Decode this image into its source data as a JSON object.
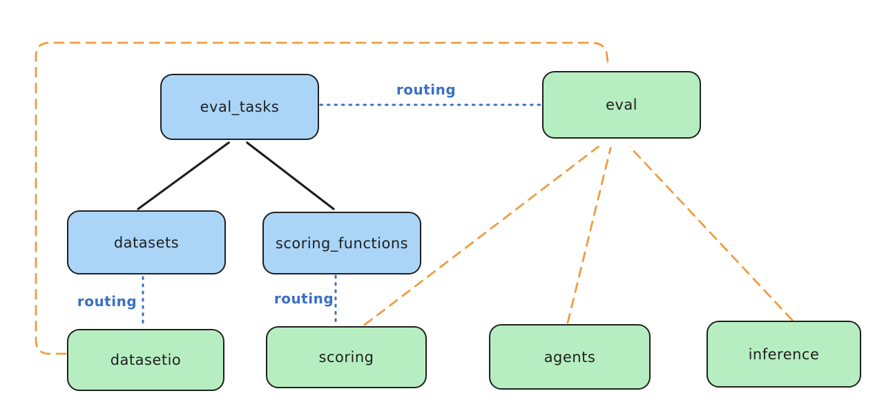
{
  "diagram": {
    "colors": {
      "background": "#ffffff",
      "node_stroke": "#1e1e1e",
      "blue_fill": "#aad5f7",
      "green_fill": "#b7eec1",
      "orange_line": "#ee9c3f",
      "blue_line": "#3a70c2",
      "black_line": "#1e1e1e"
    },
    "nodes": [
      {
        "id": "eval_tasks",
        "label": "eval_tasks",
        "kind": "blue"
      },
      {
        "id": "eval",
        "label": "eval",
        "kind": "green"
      },
      {
        "id": "datasets",
        "label": "datasets",
        "kind": "blue"
      },
      {
        "id": "scoring_functions",
        "label": "scoring_functions",
        "kind": "blue"
      },
      {
        "id": "datasetio",
        "label": "datasetio",
        "kind": "green"
      },
      {
        "id": "scoring",
        "label": "scoring",
        "kind": "green"
      },
      {
        "id": "agents",
        "label": "agents",
        "kind": "green"
      },
      {
        "id": "inference",
        "label": "inference",
        "kind": "green"
      }
    ],
    "edges": [
      {
        "from": "datasets",
        "to": "eval_tasks",
        "style": "solid-black-arrow",
        "label": ""
      },
      {
        "from": "scoring_functions",
        "to": "eval_tasks",
        "style": "solid-black-arrow",
        "label": ""
      },
      {
        "from": "eval_tasks",
        "to": "eval",
        "style": "dotted-blue",
        "label": "routing"
      },
      {
        "from": "datasets",
        "to": "datasetio",
        "style": "dotted-blue",
        "label": "routing"
      },
      {
        "from": "scoring_functions",
        "to": "scoring",
        "style": "dotted-blue",
        "label": "routing"
      },
      {
        "from": "datasetio",
        "to": "eval",
        "style": "dashed-orange-arrow",
        "label": ""
      },
      {
        "from": "scoring",
        "to": "eval",
        "style": "dashed-orange-arrow",
        "label": ""
      },
      {
        "from": "agents",
        "to": "eval",
        "style": "dashed-orange-arrow",
        "label": ""
      },
      {
        "from": "inference",
        "to": "eval",
        "style": "dashed-orange-arrow",
        "label": ""
      }
    ],
    "edge_labels": {
      "routing_top": "routing",
      "routing_left": "routing",
      "routing_mid": "routing"
    }
  }
}
